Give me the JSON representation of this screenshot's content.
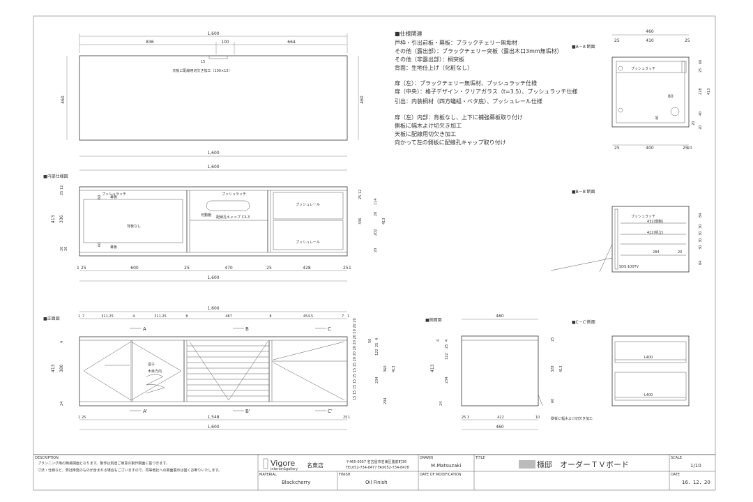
{
  "spec_block": {
    "heading": "■仕様関連",
    "lines": [
      "戸枠・引出前板・幕板：ブラックチェリー無垢材",
      "その他（露出部）：ブラックチェリー突板（露出木口3mm無垢材）",
      "その他（非露出部）：桐突板",
      "背面：生地仕上げ（化粧なし）",
      "",
      "扉（左）：ブラックチェリー無垢材、プッシュラッチ仕様",
      "扉（中央）：格子デザイン・クリアガラス（t=3.5）、プッシュラッチ仕様",
      "引出：内装桐材（四方蟻組・ベタ底）、プッシュレール仕様",
      "",
      "扉（左）内部：背板なし、上下に補強幕板取り付け",
      "側板に幅木よけ切欠き加工",
      "天板に配線用切欠き加工",
      "向かって左の側板に配線孔キャップ取り付け"
    ]
  },
  "top_view": {
    "dim_total": "1,600",
    "dim_parts": [
      "836",
      "100",
      "664"
    ],
    "dim_notch": "15",
    "note": "天板に配線用切欠き加工（100×15）",
    "dim_depth_left": "460",
    "dim_depth_right": "460",
    "dim_bottom": "1,600"
  },
  "interior_view": {
    "label": "■内部仕様図",
    "dim_top": "1,600",
    "dim_left": [
      "12",
      "25",
      "413",
      "336",
      "20",
      "20"
    ],
    "dim_right_a": [
      "12",
      "25"
    ],
    "dim_right_b": [
      "114",
      "20",
      "202",
      "20"
    ],
    "dim_right_c": [
      "336",
      "413"
    ],
    "dim_bottom_parts": [
      "1",
      "25",
      "600",
      "25",
      "470",
      "25",
      "428",
      "25",
      "1"
    ],
    "dim_bottom_total": "1,600",
    "texts": {
      "push_latch_1": "プッシュラッチ",
      "push_latch_2": "プッシュラッチ",
      "makuita_top": "幕板",
      "makuita_bottom": "幕板",
      "no_back": "背板なし",
      "shelf": "可動棚",
      "cable_cap": "配線孔キャップ CX-3",
      "push_rail_1": "プッシュレール",
      "push_rail_2": "プッシュレール",
      "d60a": "60",
      "d60b": "60"
    }
  },
  "front_view": {
    "label": "■正面図",
    "dim_top": "1,600",
    "dim_parts": [
      "1",
      "7",
      "311.25",
      "4",
      "311.25",
      "8",
      "487",
      "8",
      "454.5",
      "7",
      "1"
    ],
    "section_marks": [
      "A",
      "B",
      "C",
      "A'",
      "B'",
      "C'"
    ],
    "dim_left": [
      "4",
      "413",
      "380",
      "24"
    ],
    "dim_right_stack": "15 15 15 15 15 15 15 20 20 20 20 20 20 20 20",
    "dim_right": [
      "50",
      "4",
      "25",
      "122",
      "360",
      "234",
      "413",
      "204"
    ],
    "texts": {
      "grain_sign": "逆子",
      "wood_grain": "木目方向"
    },
    "dim_bottom_parts": [
      "1",
      "25",
      "1,548",
      "25",
      "1"
    ],
    "dim_bottom_total": "1,600"
  },
  "side_view": {
    "label": "■側面図",
    "dim_top": "460",
    "dim_left": [
      "4",
      "25",
      "122",
      "4",
      "413",
      "234",
      "24"
    ],
    "dim_right": [
      "25",
      "328",
      "413",
      "60"
    ],
    "dim_bottom_parts": [
      "25",
      "3",
      "422",
      "10"
    ],
    "dim_bottom_total": "460",
    "note": "側板に幅木よけ切欠き加工"
  },
  "section_aa": {
    "label": "■A－A'断面",
    "dim_top": "460",
    "dim_top_parts": [
      "25",
      "410",
      "25"
    ],
    "texts": {
      "push_latch": "プッシュラッチ"
    },
    "dims": [
      "80",
      "40",
      "60",
      "25",
      "228",
      "413",
      "40",
      "20",
      "20"
    ],
    "dim_bottom_parts": [
      "25",
      "400",
      "25",
      "10"
    ]
  },
  "section_bb": {
    "label": "■B－B'断面",
    "texts": {
      "push_latch": "プッシュラッチ",
      "w432": "432(側板)",
      "w422": "422(帆立)",
      "w284": "284",
      "d20": "20",
      "model": "SDS-100TV"
    },
    "dims_right": [
      "84",
      "30",
      "30",
      "30",
      "30",
      "84"
    ]
  },
  "section_cc": {
    "label": "■C－C'断面",
    "texts": {
      "l400a": "L400",
      "l400b": "L400"
    }
  },
  "title_block": {
    "description_label": "DESCRIPTION",
    "description_1": "プランニング用の簡易図面となります。製作は別途ご用意の製作図面に基づきます。",
    "description_2": "寸法・仕様など、弊社推奨のものが含まれる場合もございますので、同等他社への図面展示は固くお断りいたします。",
    "company": "Vigore",
    "company_sub": "interior&gallery",
    "store": "名東店",
    "address": "〒465-0057 名古屋市名東区陸前町36",
    "tel": "TEL052-734-8477  FAX052-734-8478",
    "drawn_label": "DRAWN",
    "drawn": "M.Matsuzaki",
    "title_label": "TITLE",
    "title": "様邸　オーダーＴＶボード",
    "scale_label": "SCALE",
    "scale": "1/10",
    "material_label": "MATERIAL",
    "material": "Blackcherry",
    "finish_label": "FINISH",
    "finish": "Oil Finish",
    "mod_label": "DATE OF MODIFICATION",
    "date_label": "DATE",
    "date": "16．12．20"
  }
}
